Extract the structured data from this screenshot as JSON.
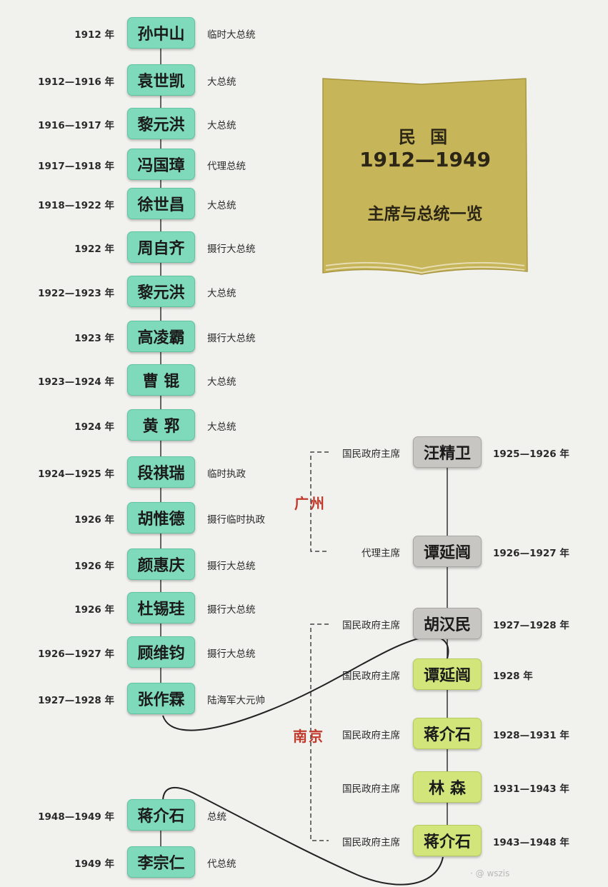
{
  "book": {
    "line1": "民 国",
    "line2": "1912—1949",
    "line3": "主席与总统一览"
  },
  "left_chain": [
    {
      "year": "1912 年",
      "name": "孙中山",
      "title": "临时大总统"
    },
    {
      "year": "1912—1916 年",
      "name": "袁世凯",
      "title": "大总统"
    },
    {
      "year": "1916—1917 年",
      "name": "黎元洪",
      "title": "大总统"
    },
    {
      "year": "1917—1918 年",
      "name": "冯国璋",
      "title": "代理总统"
    },
    {
      "year": "1918—1922 年",
      "name": "徐世昌",
      "title": "大总统"
    },
    {
      "year": "1922 年",
      "name": "周自齐",
      "title": "摄行大总统"
    },
    {
      "year": "1922—1923 年",
      "name": "黎元洪",
      "title": "大总统"
    },
    {
      "year": "1923 年",
      "name": "高凌霸",
      "title": "摄行大总统"
    },
    {
      "year": "1923—1924 年",
      "name": "曹 锟",
      "title": "大总统"
    },
    {
      "year": "1924 年",
      "name": "黄 郛",
      "title": "大总统"
    },
    {
      "year": "1924—1925 年",
      "name": "段祺瑞",
      "title": "临时执政"
    },
    {
      "year": "1926 年",
      "name": "胡惟德",
      "title": "摄行临时执政"
    },
    {
      "year": "1926 年",
      "name": "颜惠庆",
      "title": "摄行大总统"
    },
    {
      "year": "1926 年",
      "name": "杜锡珪",
      "title": "摄行大总统"
    },
    {
      "year": "1926—1927 年",
      "name": "顾维钧",
      "title": "摄行大总统"
    },
    {
      "year": "1927—1928 年",
      "name": "张作霖",
      "title": "陆海军大元帅"
    }
  ],
  "bottom_chain": [
    {
      "year": "1948—1949 年",
      "name": "蒋介石",
      "title": "总统"
    },
    {
      "year": "1949 年",
      "name": "李宗仁",
      "title": "代总统"
    }
  ],
  "right_chain": [
    {
      "title": "国民政府主席",
      "name": "汪精卫",
      "year": "1925—1926 年",
      "color": "gray"
    },
    {
      "title": "代理主席",
      "name": "谭延闿",
      "year": "1926—1927 年",
      "color": "gray"
    },
    {
      "title": "国民政府主席",
      "name": "胡汉民",
      "year": "1927—1928 年",
      "color": "gray"
    },
    {
      "title": "国民政府主席",
      "name": "谭延闿",
      "year": "1928 年",
      "color": "yellow"
    },
    {
      "title": "国民政府主席",
      "name": "蒋介石",
      "year": "1928—1931 年",
      "color": "yellow"
    },
    {
      "title": "国民政府主席",
      "name": "林 森",
      "year": "1931—1943 年",
      "color": "yellow"
    },
    {
      "title": "国民政府主席",
      "name": "蒋介石",
      "year": "1943—1948 年",
      "color": "yellow"
    }
  ],
  "regions": {
    "guangzhou": "广州",
    "nanjing": "南京"
  },
  "colors": {
    "green_node": "#7fd9bb",
    "gray_node": "#c8c6c2",
    "yellow_node": "#d2e57a",
    "region_text": "#c0392b",
    "book_fill": "#c7b55a",
    "background": "#f1f1ee"
  },
  "watermark": "· @ wszis"
}
